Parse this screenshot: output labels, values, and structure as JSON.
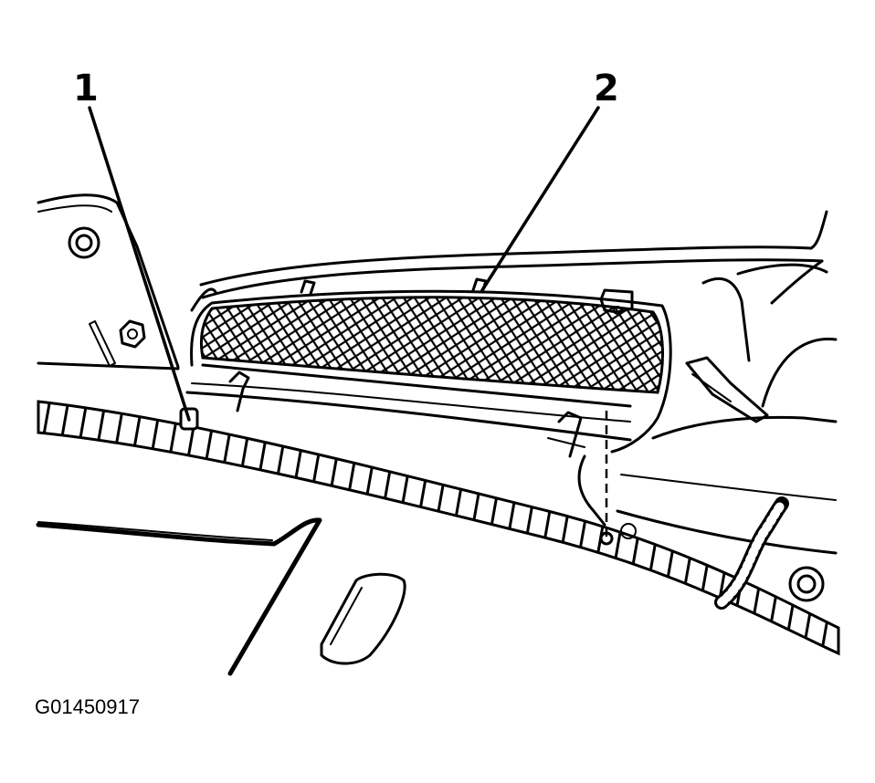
{
  "figure": {
    "id_label": "G01450917"
  },
  "callouts": [
    {
      "number": "1"
    },
    {
      "number": "2"
    }
  ]
}
